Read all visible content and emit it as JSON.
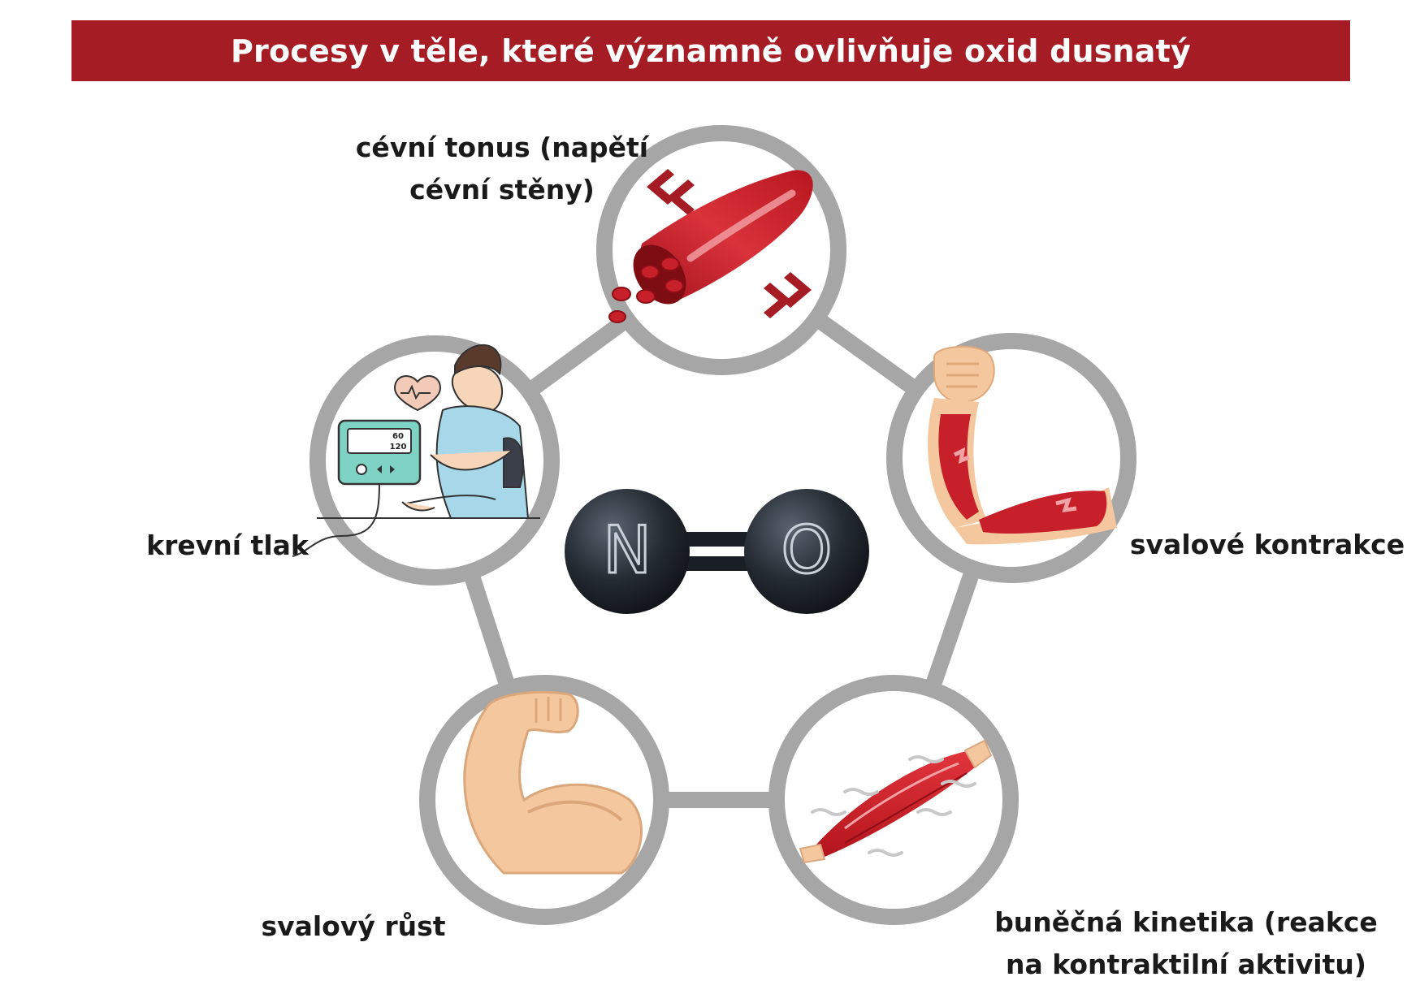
{
  "title": "Procesy v těle, které významně ovlivňuje oxid dusnatý",
  "center": {
    "left_letter": "N",
    "right_letter": "O"
  },
  "nodes": [
    {
      "label_lines": [
        "cévní tonus (napětí",
        "cévní stěny)"
      ],
      "icon": "blood-vessel-icon"
    },
    {
      "label_lines": [
        "svalové kontrakce"
      ],
      "icon": "arm-muscle-contraction-icon"
    },
    {
      "label_lines": [
        "buněčná kinetika (reakce",
        "na kontraktilní aktivitu)"
      ],
      "icon": "muscle-fiber-icon"
    },
    {
      "label_lines": [
        "svalový růst"
      ],
      "icon": "flexed-bicep-icon"
    },
    {
      "label_lines": [
        "krevní tlak"
      ],
      "icon": "blood-pressure-monitor-icon"
    }
  ],
  "colors": {
    "banner": "#a51c24",
    "ring": "#a6a6a6",
    "molecule": "#20262e",
    "muscle": "#c8202a",
    "skin": "#f5c79e"
  },
  "monitor": {
    "top_value": "60",
    "bottom_value": "120"
  }
}
